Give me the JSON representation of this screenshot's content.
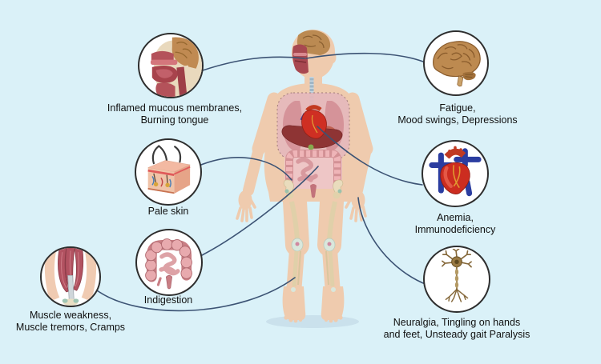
{
  "figure": {
    "name": "vitamin-deficiency-symptoms-infographic",
    "center_illustration": "human-body-anatomy-figure"
  },
  "colors": {
    "background": "#daf1f8",
    "connector_line": "#3c5374",
    "circle_border": "#2e2e2e",
    "circle_fill": "#ffffff",
    "label_text": "#101010",
    "skin_tone": "#efcbae",
    "organ_red": "#cf2f23",
    "brain_tan": "#bb8a52",
    "intestine_pink": "#d39195"
  },
  "callouts": [
    {
      "id": "mouth",
      "icon": "mouth-cross-section-icon",
      "line1": "Inflamed mucous membranes,",
      "line2": "Burning tongue"
    },
    {
      "id": "skin",
      "icon": "skin-cross-section-icon",
      "line1": "Pale skin",
      "line2": ""
    },
    {
      "id": "intestine",
      "icon": "large-intestine-icon",
      "line1": "Indigestion",
      "line2": ""
    },
    {
      "id": "muscle",
      "icon": "muscle-icon",
      "line1": "Muscle weakness,",
      "line2": "Muscle tremors, Cramps"
    },
    {
      "id": "brain",
      "icon": "brain-icon",
      "line1": "Fatigue,",
      "line2": "Mood swings, Depressions"
    },
    {
      "id": "heart",
      "icon": "heart-icon",
      "line1": "Anemia,",
      "line2": "Immunodeficiency"
    },
    {
      "id": "neuron",
      "icon": "neuron-icon",
      "line1": "Neuralgia, Tingling on hands",
      "line2": "and feet, Unsteady gait Paralysis"
    }
  ]
}
